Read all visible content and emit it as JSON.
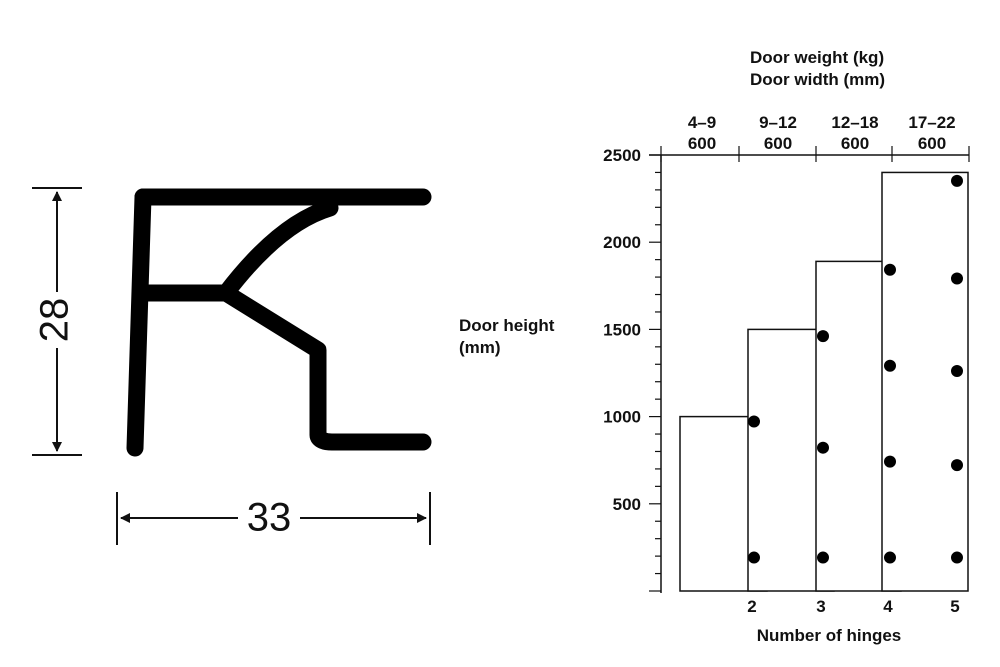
{
  "profile": {
    "height_label": "28",
    "width_label": "33"
  },
  "chart_data": {
    "type": "bar",
    "title": "",
    "top_axis_title_line1": "Door weight (kg)",
    "top_axis_title_line2": "Door width (mm)",
    "top_categories": [
      {
        "weight": "4–9",
        "width": "600"
      },
      {
        "weight": "9–12",
        "width": "600"
      },
      {
        "weight": "12–18",
        "width": "600"
      },
      {
        "weight": "17–22",
        "width": "600"
      }
    ],
    "ylabel_line1": "Door height",
    "ylabel_line2": "(mm)",
    "xlabel": "Number of hinges",
    "ylim": [
      0,
      2500
    ],
    "yticks": [
      500,
      1000,
      1500,
      2000,
      2500
    ],
    "categories": [
      "2",
      "3",
      "4",
      "5"
    ],
    "values": [
      1000,
      1500,
      1890,
      2400
    ],
    "hinge_positions": [
      [
        100,
        880
      ],
      [
        100,
        730,
        1370
      ],
      [
        100,
        650,
        1200,
        1750
      ],
      [
        100,
        630,
        1170,
        1700,
        2260
      ]
    ],
    "grid": false
  }
}
